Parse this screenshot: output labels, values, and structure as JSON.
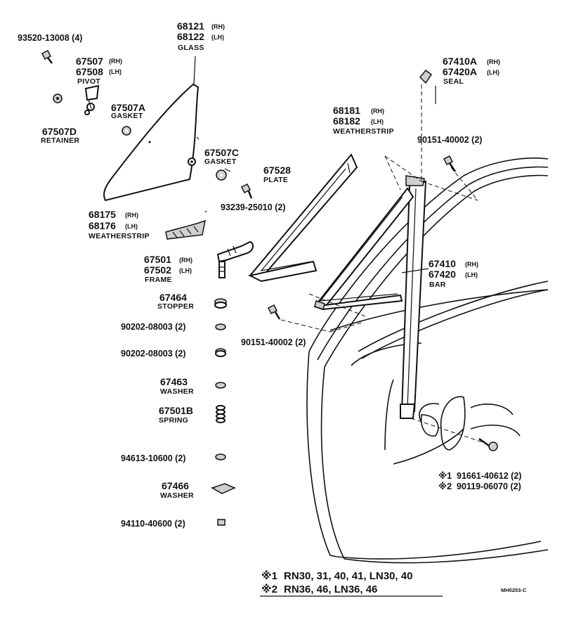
{
  "parts": {
    "screw_93520": {
      "number": "93520-13008 (4)"
    },
    "pivot": {
      "number_rh": "67507",
      "suffix_rh": "(RH)",
      "number_lh": "67508",
      "suffix_lh": "(LH)",
      "name": "PIVOT"
    },
    "retainer": {
      "number": "67507D",
      "name": "RETAINER"
    },
    "gasket_a": {
      "number": "67507A",
      "name": "GASKET"
    },
    "glass": {
      "number_rh": "68121",
      "suffix_rh": "(RH)",
      "number_lh": "68122",
      "suffix_lh": "(LH)",
      "name": "GLASS"
    },
    "gasket_c": {
      "number": "67507C",
      "name": "GASKET"
    },
    "plate": {
      "number": "67528",
      "name": "PLATE"
    },
    "screw_93239": {
      "number": "93239-25010 (2)"
    },
    "weatherstrip_lower": {
      "number_rh": "68175",
      "suffix_rh": "(RH)",
      "number_lh": "68176",
      "suffix_lh": "(LH)",
      "name": "WEATHERSTRIP"
    },
    "weatherstrip_upper": {
      "number_rh": "68181",
      "suffix_rh": "(RH)",
      "number_lh": "68182",
      "suffix_lh": "(LH)",
      "name": "WEATHERSTRIP"
    },
    "seal": {
      "number_rh": "67410A",
      "suffix_rh": "(RH)",
      "number_lh": "67420A",
      "suffix_lh": "(LH)",
      "name": "SEAL"
    },
    "screw_top": {
      "number": "90151-40002 (2)"
    },
    "screw_mid": {
      "number": "90151-40002 (2)"
    },
    "frame": {
      "number_rh": "67501",
      "suffix_rh": "(RH)",
      "number_lh": "67502",
      "suffix_lh": "(LH)",
      "name": "FRAME"
    },
    "bar": {
      "number_rh": "67410",
      "suffix_rh": "(RH)",
      "number_lh": "67420",
      "suffix_lh": "(LH)",
      "name": "BAR"
    },
    "stopper": {
      "number": "67464",
      "name": "STOPPER"
    },
    "nut_1": {
      "number": "90202-08003 (2)"
    },
    "nut_2": {
      "number": "90202-08003 (2)"
    },
    "washer_67463": {
      "number": "67463",
      "name": "WASHER"
    },
    "spring": {
      "number": "67501B",
      "name": "SPRING"
    },
    "pin_94613": {
      "number": "94613-10600 (2)"
    },
    "washer_67466": {
      "number": "67466",
      "name": "WASHER"
    },
    "nut_94110": {
      "number": "94110-40600 (2)"
    },
    "bolt_ref1": {
      "mark": "※1",
      "number": "91661-40612 (2)"
    },
    "bolt_ref2": {
      "mark": "※2",
      "number": "90119-06070 (2)"
    }
  },
  "footnotes": [
    {
      "mark": "※1",
      "text": "RN30, 31, 40, 41, LN30, 40"
    },
    {
      "mark": "※2",
      "text": "RN36, 46, LN36, 46"
    }
  ],
  "drawing_code": "MH0253-C"
}
